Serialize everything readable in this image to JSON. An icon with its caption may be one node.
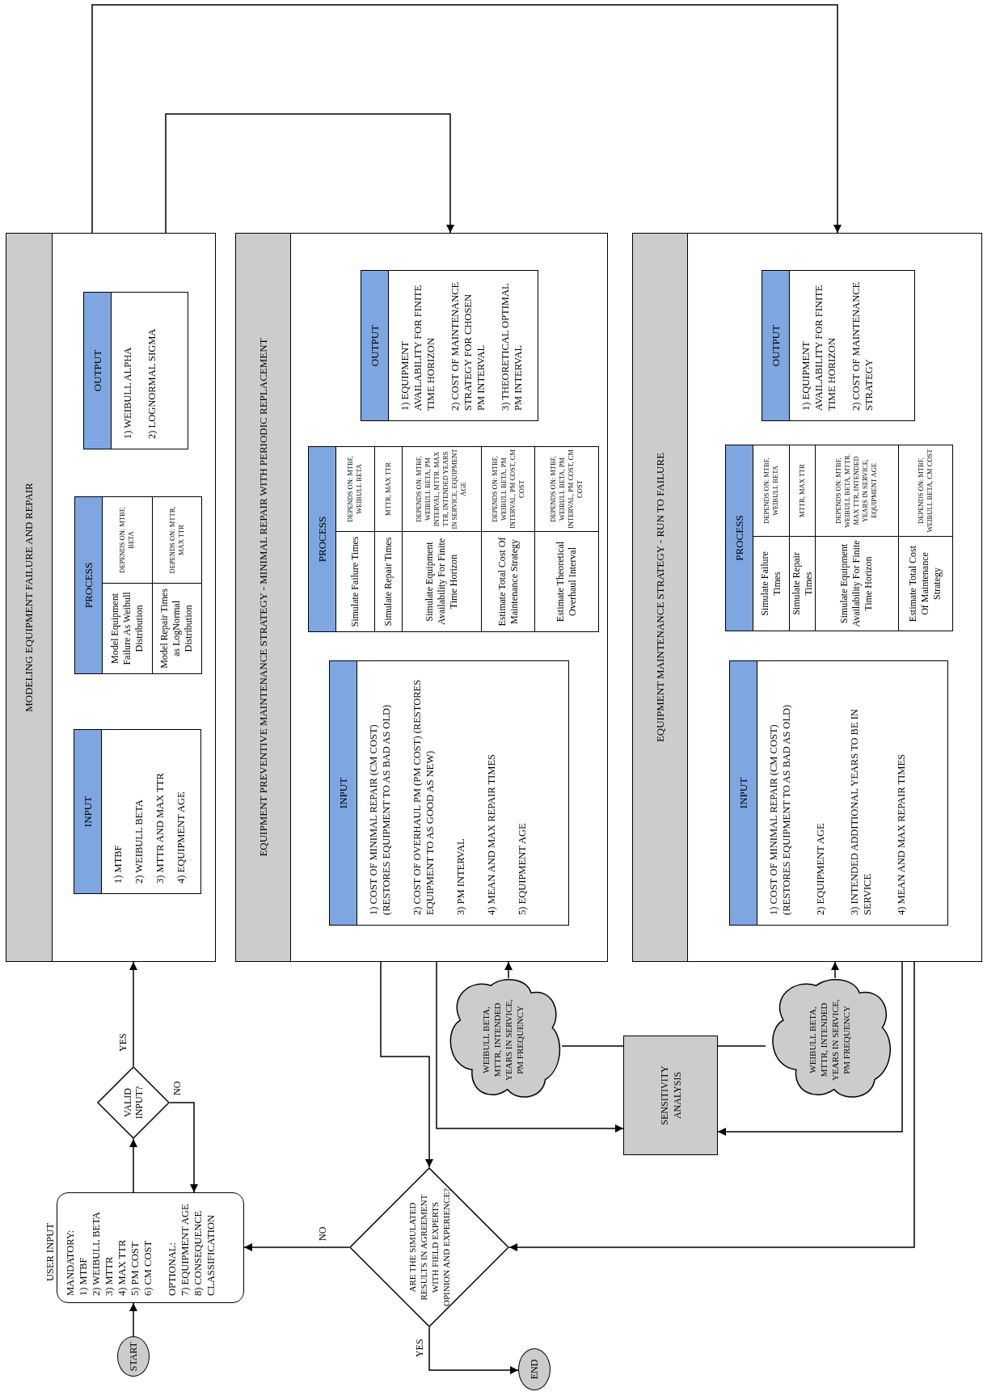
{
  "diagram": {
    "nodes": [
      {
        "text": [
          "MODELING EQUIPMENT FAILURE AND REPAIR"
        ]
      },
      {
        "text": [
          "INPUT",
          "1) MTBF",
          "2) WEIBULL BETA",
          "3) MTTR AND MAX TTR",
          "4) EQUIPMENT AGE"
        ],
        "in": 0
      },
      {
        "text": [
          "PROCESS",
          "Model Equipment Failure As Weibull Distribution",
          "DEPENDS ON: MTBF, BETA",
          "Model Repair Times as LogNormal Distribution",
          "DEPENDS ON: MTTR, MAX TTR"
        ],
        "in": 0
      },
      {
        "text": [
          "OUTPUT",
          "1) WEIBULL ALPHA",
          "2) LOGNORMAL SIGMA"
        ],
        "in": 0
      },
      {
        "text": [
          "EQUIPMENT PREVENTIVE MAINTENANCE STRATEGY - MINIMAL REPAIR WITH PERIODIC REPLACEMENT"
        ]
      },
      {
        "text": [
          "INPUT",
          "1) COST OF MINIMAL REPAIR (CM COST) (RESTORES EQUIPMENT TO AS BAD AS OLD)",
          "2) COST OF OVERHAUL PM (PM COST) (RESTORES EQUIPMENT TO AS GOOD AS NEW)",
          "3) PM INTERVAL",
          "4) MEAN AND MAX REPAIR TIMES",
          "5) EQUIPMENT AGE"
        ],
        "in": 4
      },
      {
        "text": [
          "PROCESS",
          "Simulate Failure Times",
          "DEPENDS ON: MTBF, WEIBULL BETA",
          "Simulate Repair Times",
          "MTTR, MAX TTR",
          "Simulate Equipment Availability For Finite Time Horizon",
          "DEPENDS ON: MTBF, WEIBULL BETA, PM INTERVAL, MTTR. MAX TTR, INTENDED YEARS IN SERVICE, EQUIPMENT AGE",
          "Estimate Total Cost Of Maintenance Strategy",
          "DEPENDS ON: MTBF, WEIBULL BETA, PM INTERVAL, PM COST, CM COST",
          "Estimate Theoretical Overhaul Interval",
          "DEPENDS ON: MTBF, WEIBULL BETA, PM INTERVAL, PM COST, CM COST"
        ],
        "in": 4
      },
      {
        "text": [
          "OUTPUT",
          "1) EQUIPMENT AVAILABILITY FOR FINITE TIME HORIZON",
          "2) COST OF MAINTENANCE STRATEGY FOR CHOSEN PM INTERVAL",
          "3) THEORETICAL OPTIMAL PM INTERVAL"
        ],
        "in": 4
      },
      {
        "text": [
          "EQUIPMENT MAINTENANCE STRATEGY - RUN TO FAILURE"
        ]
      },
      {
        "text": [
          "INPUT",
          "1) COST OF MINIMAL REPAIR (CM COST) (RESTORES EQUIPMENT TO AS BAD AS OLD)",
          "2) EQUIPMENT AGE",
          "3) INTENDED ADDITIONAL YEARS TO BE IN SERVICE",
          "4) MEAN AND MAX REPAIR TIMES"
        ],
        "in": 8
      },
      {
        "text": [
          "PROCESS",
          "Simulate Failure Times",
          "DEPENDS ON: MTBF, WEIBULL BETA",
          "Simulate Repair Times",
          "MTTR, MAX TTR",
          "Simulate Equipment Availability For Finite Time Horizon",
          "DEPENDS ON: MTBF, WEIBULL BETA, MTTR. MAX TTR, INTENDED YEARS IN SERVICE, EQUIPMENT AGE",
          "Estimate Total Cost Of Maintenance Strategy",
          "DEPENDS ON: MTBF, WEIBULL BETA, CM COST"
        ],
        "in": 8
      },
      {
        "text": [
          "OUTPUT",
          "1) EQUIPMENT AVAILABILITY FOR FINITE TIME HORIZON",
          "2) COST OF MAINTENANCE STRATEGY"
        ],
        "in": 8
      },
      {
        "text": [
          "START"
        ]
      },
      {
        "text": [
          "USER INPUT",
          "MANDATORY:",
          "1) MTBF",
          "2) WEIBULL BETA",
          "3) MTTR",
          "4) MAX TTR",
          "5) PM COST",
          "6) CM COST",
          "OPTIONAL:",
          "7) EQUIPMENT AGE",
          "8) CONSEQUENCE CLASSIFICATION"
        ]
      },
      {
        "text": [
          "VALID INPUT?"
        ]
      },
      {
        "text": [
          "ARE THE SIMULATED RESULTS IN AGREEMENT WITH FIELD EXPERTS OPINION AND EXPERIENCE?"
        ]
      },
      {
        "text": [
          "END"
        ]
      },
      {
        "text": [
          "WEIBULL BETA, MTTR, INTENDED YEARS IN SERVICE, PM FREQUENCY"
        ]
      },
      {
        "text": [
          "SENSITIVITY ANALYSIS"
        ]
      },
      {
        "text": [
          "WEIBULL BETA, MTTR, INTENDED YEARS IN SERVICE, PM FREQUENCY"
        ]
      }
    ],
    "edges": [
      {
        "from": 12,
        "to": 13,
        "arrow": "to"
      },
      {
        "from": 13,
        "to": 14,
        "arrow": "to"
      },
      {
        "from": 14,
        "to": 0,
        "arrow": "to",
        "label": "YES"
      },
      {
        "from": 14,
        "to": 13,
        "arrow": "to",
        "label": "NO"
      },
      {
        "from": 0,
        "to": 8,
        "arrow": "to"
      },
      {
        "from": 0,
        "to": 4,
        "arrow": "to"
      },
      {
        "from": 4,
        "to": 15,
        "arrow": "to"
      },
      {
        "from": 8,
        "to": 15,
        "arrow": "to"
      },
      {
        "from": 15,
        "to": 13,
        "arrow": "to",
        "label": "NO"
      },
      {
        "from": 15,
        "to": 16,
        "arrow": "to",
        "label": "YES"
      },
      {
        "from": 4,
        "to": 18,
        "arrow": "to"
      },
      {
        "from": 17,
        "to": 4,
        "arrow": "to"
      },
      {
        "from": 18,
        "to": 17,
        "arrow": "none"
      },
      {
        "from": 18,
        "to": 19,
        "arrow": "none"
      },
      {
        "from": 8,
        "to": 18,
        "arrow": "to"
      },
      {
        "from": 19,
        "to": 8,
        "arrow": "to"
      }
    ]
  }
}
